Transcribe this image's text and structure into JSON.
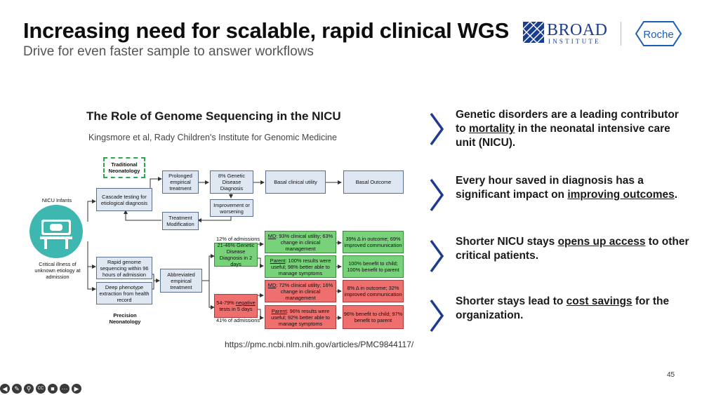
{
  "slide": {
    "title": "Increasing need for scalable, rapid clinical WGS",
    "subtitle": "Drive for even faster sample to answer workflows",
    "page_number": "45",
    "citation": "https://pmc.ncbi.nlm.nih.gov/articles/PMC9844117/"
  },
  "logos": {
    "broad_main": "BROAD",
    "broad_sub": "INSTITUTE",
    "roche": "Roche",
    "broad_color": "#1b3d8f"
  },
  "figure": {
    "title": "The Role of Genome Sequencing in the NICU",
    "subtitle": "Kingsmore et al, Rady Children's Institute for Genomic Medicine",
    "nicu_infants": "NICU Infants",
    "critical_illness": "Critical illness of unknown etiology at admission",
    "traditional": "Traditional Neonatology",
    "precision": "Precision Neonatology",
    "cascade": "Cascade testing for etiological diagnosis",
    "prolonged": "Prolonged empirical treatment",
    "genetic8": "8% Genetic Disease Diagnosis",
    "basal_utility": "Basal clinical utility",
    "basal_outcome": "Basal Outcome",
    "improve_worsen": "Improvement or worsening",
    "treatment_mod": "Treatment Modification",
    "rapid_genome": "Rapid genome sequencing within 96 hours of admission",
    "deep_pheno": "Deep phenotype extraction from health record",
    "abbreviated": "Abbreviated empirical treatment",
    "admissions12": "12% of admissions",
    "admissions41": "41% of admissions",
    "diag2days": "21-46% Genetic Disease Diagnosis in 2 days",
    "neg5days_a": "54-79% ",
    "neg5days_b": "negative",
    "neg5days_c": " tests in 5 days",
    "md1_a": "MD",
    "md1_b": ": 93% clinical utility; 63% change in clinical management",
    "parent1_a": "Parent",
    "parent1_b": ": 100% results were useful; 98% better able to manage symptoms",
    "md2_a": "MD",
    "md2_b": ": 72% clinical utility; 16% change in clinical management",
    "parent2_a": "Parent",
    "parent2_b": ": 96% results were useful; 92% better able to manage symptoms",
    "out1": "39% Δ in outcome; 69% improved communication",
    "out2": "100% benefit to child; 100% benefit to parent",
    "out3": "8% Δ in outcome; 32% improved communication",
    "out4": "96% benefit to child; 97% benefit to parent",
    "colors": {
      "blue_box": "#dfe7f3",
      "green": "#77d27a",
      "red": "#ef6e6e",
      "teal": "#3db7b0"
    }
  },
  "bullets": [
    {
      "pre": "Genetic disorders are a leading contributor to ",
      "em": "mortality",
      "post": " in the neonatal intensive care unit (NICU)."
    },
    {
      "pre": "Every hour saved in diagnosis has a significant impact on ",
      "em": "improving outcomes",
      "post": "."
    },
    {
      "pre": "Shorter NICU stays ",
      "em": "opens up access",
      "post": " to other critical patients."
    },
    {
      "pre": "Shorter stays lead to ",
      "em": "cost savings",
      "post": " for the organization."
    }
  ],
  "chevron_color": "#1f3a93",
  "toolbar": [
    {
      "icon": "back-arrow-icon",
      "glyph": "◀"
    },
    {
      "icon": "pen-icon",
      "glyph": "✎"
    },
    {
      "icon": "magnifier-icon",
      "glyph": "⚲"
    },
    {
      "icon": "captions-icon",
      "glyph": "CC"
    },
    {
      "icon": "camera-icon",
      "glyph": "■"
    },
    {
      "icon": "more-icon",
      "glyph": "⋯"
    },
    {
      "icon": "forward-arrow-icon",
      "glyph": "▶"
    }
  ]
}
